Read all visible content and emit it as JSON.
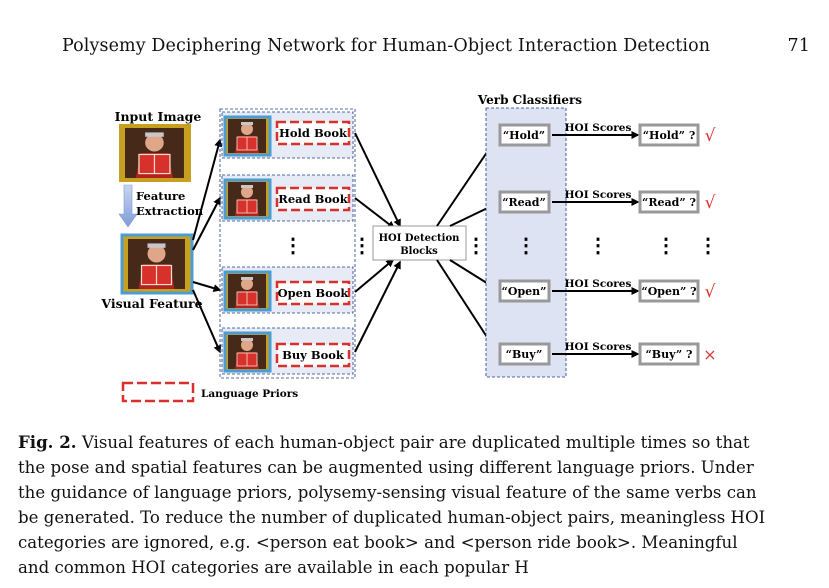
{
  "header": {
    "running_title": "Polysemy Deciphering Network for Human-Object Interaction Detection",
    "page_number": "71"
  },
  "figure": {
    "input_image_label": "Input Image",
    "feature_extraction_label": [
      "Feature",
      "Extraction"
    ],
    "visual_feature_label": "Visual Feature",
    "priors": [
      "Hold Book",
      "Read Book",
      "Open Book",
      "Buy Book"
    ],
    "ellipsis": "⋮",
    "hoi_block_label": [
      "HOI Detection",
      "Blocks"
    ],
    "verb_classifiers_title": "Verb Classifiers",
    "verbs": [
      "“Hold”",
      "“Read”",
      "“Open”",
      "“Buy”"
    ],
    "hoi_scores_label": "HOI Scores",
    "outputs": [
      "“Hold” ?",
      "“Read” ?",
      "“Open” ?",
      "“Buy” ?"
    ],
    "marks": [
      "√",
      "√",
      "√",
      "×"
    ],
    "legend_label": "Language Priors",
    "colors": {
      "prior_dash": "#d8312b",
      "image_border": "#4b9cd3",
      "check": "#d8312b",
      "classifier_fill": "#dde3f2"
    }
  },
  "caption": {
    "fig_label": "Fig. 2.",
    "lines": [
      " Visual features of each human-object pair are duplicated multiple times so that",
      "the pose and spatial features can be augmented using different language priors. Under",
      "the guidance of language priors, polysemy-sensing visual feature of the same verbs can",
      "be generated. To reduce the number of duplicated human-object pairs, meaningless HOI",
      "categories are ignored, e.g. <person eat book> and <person ride book>. Meaningful",
      "and common HOI categories are available in each popular H"
    ],
    "last_line_tail": "                  "
  }
}
